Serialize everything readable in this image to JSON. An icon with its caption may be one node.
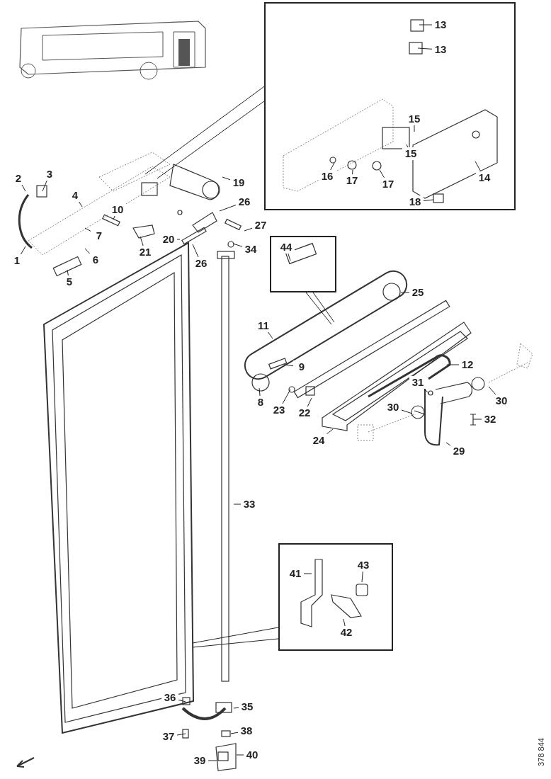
{
  "diagram": {
    "nodes": [
      {
        "text": [],
        "shape": "box"
      },
      {
        "text": [
          "13"
        ],
        "in": 0
      },
      {
        "text": [
          "13"
        ],
        "in": 0
      },
      {
        "text": [
          "15"
        ],
        "in": 0
      },
      {
        "text": [
          "15"
        ],
        "in": 0
      },
      {
        "text": [
          "16"
        ],
        "in": 0
      },
      {
        "text": [
          "17"
        ],
        "in": 0
      },
      {
        "text": [
          "17"
        ],
        "in": 0
      },
      {
        "text": [
          "14"
        ],
        "in": 0
      },
      {
        "text": [
          "18"
        ],
        "in": 0
      },
      {
        "text": [
          "2"
        ]
      },
      {
        "text": [
          "3"
        ]
      },
      {
        "text": [
          "4"
        ]
      },
      {
        "text": [
          "10"
        ]
      },
      {
        "text": [
          "19"
        ]
      },
      {
        "text": [
          "26"
        ]
      },
      {
        "text": [
          "27"
        ]
      },
      {
        "text": [
          "7"
        ]
      },
      {
        "text": [
          "1"
        ]
      },
      {
        "text": [
          "20"
        ]
      },
      {
        "text": [
          "21"
        ]
      },
      {
        "text": [
          "26"
        ]
      },
      {
        "text": [
          "34"
        ]
      },
      {
        "text": [
          "6"
        ]
      },
      {
        "text": [
          "5"
        ]
      },
      {
        "text": [],
        "shape": "box"
      },
      {
        "text": [
          "44"
        ],
        "in": 25
      },
      {
        "text": [
          "25"
        ]
      },
      {
        "text": [
          "11"
        ]
      },
      {
        "text": [
          "9"
        ]
      },
      {
        "text": [
          "12"
        ]
      },
      {
        "text": [
          "8"
        ]
      },
      {
        "text": [
          "31"
        ]
      },
      {
        "text": [
          "23"
        ]
      },
      {
        "text": [
          "30"
        ]
      },
      {
        "text": [
          "22"
        ]
      },
      {
        "text": [
          "30"
        ]
      },
      {
        "text": [
          "32"
        ]
      },
      {
        "text": [
          "24"
        ]
      },
      {
        "text": [
          "29"
        ]
      },
      {
        "text": [
          "33"
        ]
      },
      {
        "text": [],
        "shape": "box"
      },
      {
        "text": [
          "41"
        ],
        "in": 41
      },
      {
        "text": [
          "43"
        ],
        "in": 41
      },
      {
        "text": [
          "42"
        ],
        "in": 41
      },
      {
        "text": [
          "36"
        ]
      },
      {
        "text": [
          "35"
        ]
      },
      {
        "text": [
          "38"
        ]
      },
      {
        "text": [
          "37"
        ]
      },
      {
        "text": [
          "40"
        ]
      },
      {
        "text": [
          "39"
        ]
      }
    ],
    "edges": [
      {
        "from": 0,
        "to": null,
        "arrow": "none"
      },
      {
        "from": 0,
        "to": null,
        "arrow": "none"
      },
      {
        "from": 1,
        "to": null,
        "arrow": "none"
      },
      {
        "from": 2,
        "to": null,
        "arrow": "none"
      },
      {
        "from": 3,
        "to": null,
        "arrow": "none"
      },
      {
        "from": 4,
        "to": null,
        "arrow": "none"
      },
      {
        "from": 5,
        "to": null,
        "arrow": "none"
      },
      {
        "from": 6,
        "to": null,
        "arrow": "none"
      },
      {
        "from": 7,
        "to": null,
        "arrow": "none"
      },
      {
        "from": 8,
        "to": null,
        "arrow": "none"
      },
      {
        "from": 9,
        "to": null,
        "arrow": "none"
      },
      {
        "from": 10,
        "to": null,
        "arrow": "none"
      },
      {
        "from": 11,
        "to": null,
        "arrow": "none"
      },
      {
        "from": 12,
        "to": null,
        "arrow": "none"
      },
      {
        "from": 13,
        "to": null,
        "arrow": "none"
      },
      {
        "from": 14,
        "to": null,
        "arrow": "none"
      },
      {
        "from": 15,
        "to": null,
        "arrow": "none"
      },
      {
        "from": 16,
        "to": null,
        "arrow": "none"
      },
      {
        "from": 17,
        "to": null,
        "arrow": "none"
      },
      {
        "from": 18,
        "to": null,
        "arrow": "none"
      },
      {
        "from": 19,
        "to": null,
        "arrow": "none"
      },
      {
        "from": 20,
        "to": null,
        "arrow": "none"
      },
      {
        "from": 21,
        "to": null,
        "arrow": "none"
      },
      {
        "from": 22,
        "to": null,
        "arrow": "none"
      },
      {
        "from": 23,
        "to": null,
        "arrow": "none"
      },
      {
        "from": 24,
        "to": null,
        "arrow": "none"
      },
      {
        "from": 25,
        "to": null,
        "arrow": "none"
      },
      {
        "from": 25,
        "to": null,
        "arrow": "none"
      },
      {
        "from": 26,
        "to": null,
        "arrow": "none"
      },
      {
        "from": 27,
        "to": null,
        "arrow": "none"
      },
      {
        "from": 28,
        "to": null,
        "arrow": "none"
      },
      {
        "from": 29,
        "to": null,
        "arrow": "none"
      },
      {
        "from": 30,
        "to": null,
        "arrow": "none"
      },
      {
        "from": 31,
        "to": null,
        "arrow": "none"
      },
      {
        "from": 32,
        "to": null,
        "arrow": "none"
      },
      {
        "from": 33,
        "to": null,
        "arrow": "none"
      },
      {
        "from": 34,
        "to": null,
        "arrow": "none"
      },
      {
        "from": 35,
        "to": null,
        "arrow": "none"
      },
      {
        "from": 36,
        "to": null,
        "arrow": "none"
      },
      {
        "from": 37,
        "to": null,
        "arrow": "none"
      },
      {
        "from": 38,
        "to": null,
        "arrow": "none"
      },
      {
        "from": 39,
        "to": null,
        "arrow": "none"
      },
      {
        "from": 40,
        "to": null,
        "arrow": "none"
      },
      {
        "from": 41,
        "to": null,
        "arrow": "none"
      },
      {
        "from": 41,
        "to": null,
        "arrow": "none"
      },
      {
        "from": 42,
        "to": null,
        "arrow": "none"
      },
      {
        "from": 43,
        "to": null,
        "arrow": "none"
      },
      {
        "from": 44,
        "to": null,
        "arrow": "none"
      },
      {
        "from": 45,
        "to": null,
        "arrow": "none"
      },
      {
        "from": 46,
        "to": null,
        "arrow": "none"
      },
      {
        "from": 47,
        "to": null,
        "arrow": "none"
      },
      {
        "from": 48,
        "to": null,
        "arrow": "none"
      },
      {
        "from": 49,
        "to": null,
        "arrow": "none"
      },
      {
        "from": 50,
        "to": null,
        "arrow": "none"
      }
    ],
    "labels": [
      "378 844"
    ]
  }
}
